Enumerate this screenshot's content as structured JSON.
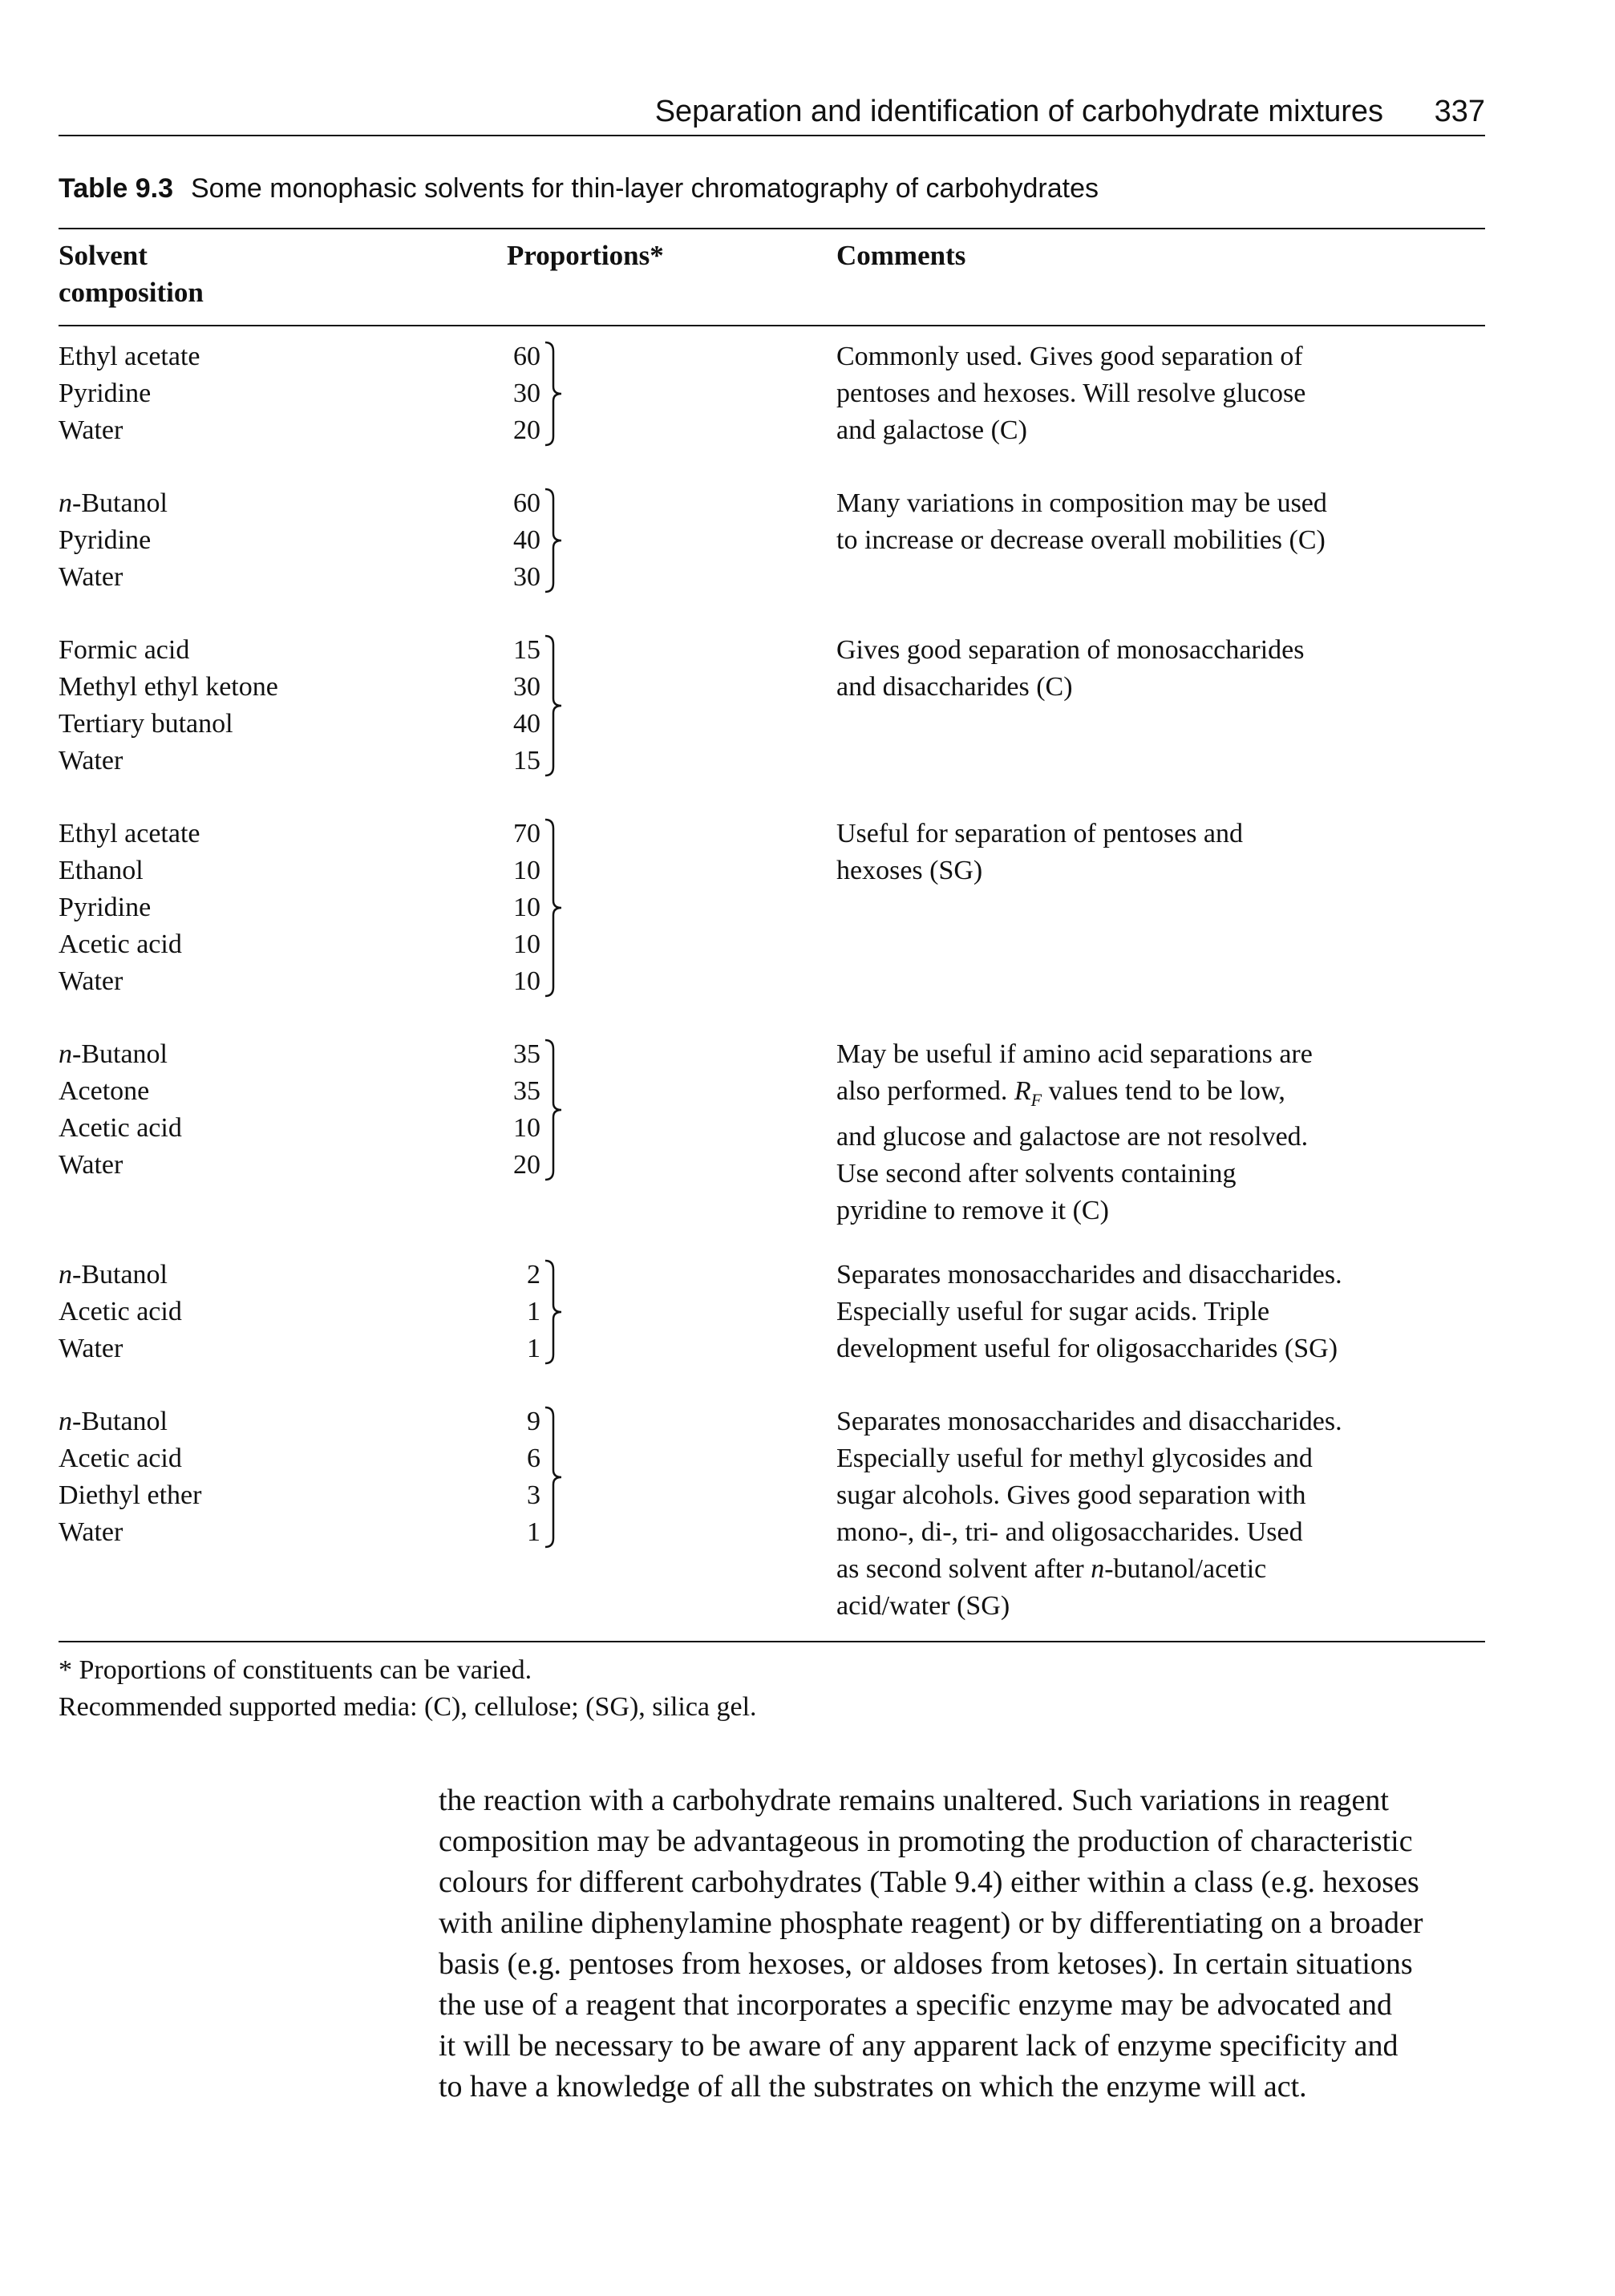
{
  "header": {
    "title": "Separation and identification of carbohydrate mixtures",
    "page_number": "337"
  },
  "table": {
    "label": "Table 9.3",
    "caption": "Some monophasic solvents for thin-layer chromatography of carbohydrates",
    "columns": {
      "solvent": [
        "Solvent",
        "composition"
      ],
      "proportions": "Proportions*",
      "comments": "Comments"
    },
    "groups": [
      {
        "names": [
          "Ethyl acetate",
          "Pyridine",
          "Water"
        ],
        "proportions": [
          "60",
          "30",
          "20"
        ],
        "comment": [
          "Commonly used. Gives good separation of",
          "pentoses and hexoses. Will resolve glucose",
          "and galactose (C)"
        ]
      },
      {
        "names": [
          "n-Butanol",
          "Pyridine",
          "Water"
        ],
        "proportions": [
          "60",
          "40",
          "30"
        ],
        "comment": [
          "Many variations in composition may be used",
          "to increase or decrease overall mobilities (C)"
        ]
      },
      {
        "names": [
          "Formic acid",
          "Methyl ethyl ketone",
          "Tertiary butanol",
          "Water"
        ],
        "proportions": [
          "15",
          "30",
          "40",
          "15"
        ],
        "comment": [
          "Gives good separation of monosaccharides",
          "and disaccharides (C)"
        ]
      },
      {
        "names": [
          "Ethyl acetate",
          "Ethanol",
          "Pyridine",
          "Acetic acid",
          "Water"
        ],
        "proportions": [
          "70",
          "10",
          "10",
          "10",
          "10"
        ],
        "comment": [
          "Useful for separation of pentoses and",
          "hexoses (SG)"
        ]
      },
      {
        "names": [
          "n-Butanol",
          "Acetone",
          "Acetic acid",
          "Water"
        ],
        "proportions": [
          "35",
          "35",
          "10",
          "20"
        ],
        "comment": [
          "May be useful if amino acid separations are",
          "also performed. RF values tend to be low,",
          "and glucose and galactose are not resolved.",
          "Use second after solvents containing",
          "pyridine to remove it (C)"
        ]
      },
      {
        "names": [
          "n-Butanol",
          "Acetic acid",
          "Water"
        ],
        "proportions": [
          "2",
          "1",
          "1"
        ],
        "comment": [
          "Separates monosaccharides and disaccharides.",
          "Especially useful for sugar acids. Triple",
          "development useful for oligosaccharides (SG)"
        ]
      },
      {
        "names": [
          "n-Butanol",
          "Acetic acid",
          "Diethyl ether",
          "Water"
        ],
        "proportions": [
          "9",
          "6",
          "3",
          "1"
        ],
        "comment": [
          "Separates monosaccharides and disaccharides.",
          "Especially useful for methyl glycosides and",
          "sugar alcohols. Gives good separation with",
          "mono-, di-, tri- and oligosaccharides. Used",
          "as second solvent after n-butanol/acetic",
          "acid/water (SG)"
        ]
      }
    ],
    "footnotes": [
      "* Proportions of constituents can be varied.",
      "Recommended supported media: (C), cellulose; (SG), silica gel."
    ]
  },
  "body_text": [
    "the reaction with a carbohydrate remains unaltered. Such variations in reagent",
    "composition may be advantageous in promoting the production of characteristic",
    "colours for different carbohydrates (Table 9.4) either within a class (e.g. hexoses",
    "with aniline diphenylamine phosphate reagent) or by differentiating on a broader",
    "basis (e.g. pentoses from hexoses, or aldoses from ketoses). In certain situations",
    "the use of a reagent that incorporates a specific enzyme may be advocated and",
    "it will be necessary to be aware of any apparent lack of enzyme specificity and",
    "to have a knowledge of all the substrates on which the enzyme will act."
  ]
}
